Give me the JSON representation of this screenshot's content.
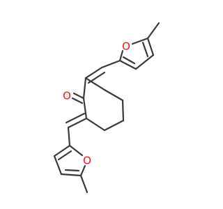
{
  "molecule": {
    "atoms": {
      "o_top": {
        "symbol": "O",
        "color": "#ff0d0d"
      },
      "o_bottom": {
        "symbol": "O",
        "color": "#ff0d0d"
      },
      "o_carbonyl": {
        "symbol": "O",
        "color": "#ff0d0d"
      }
    },
    "bond_color": "#3a3a3a"
  }
}
